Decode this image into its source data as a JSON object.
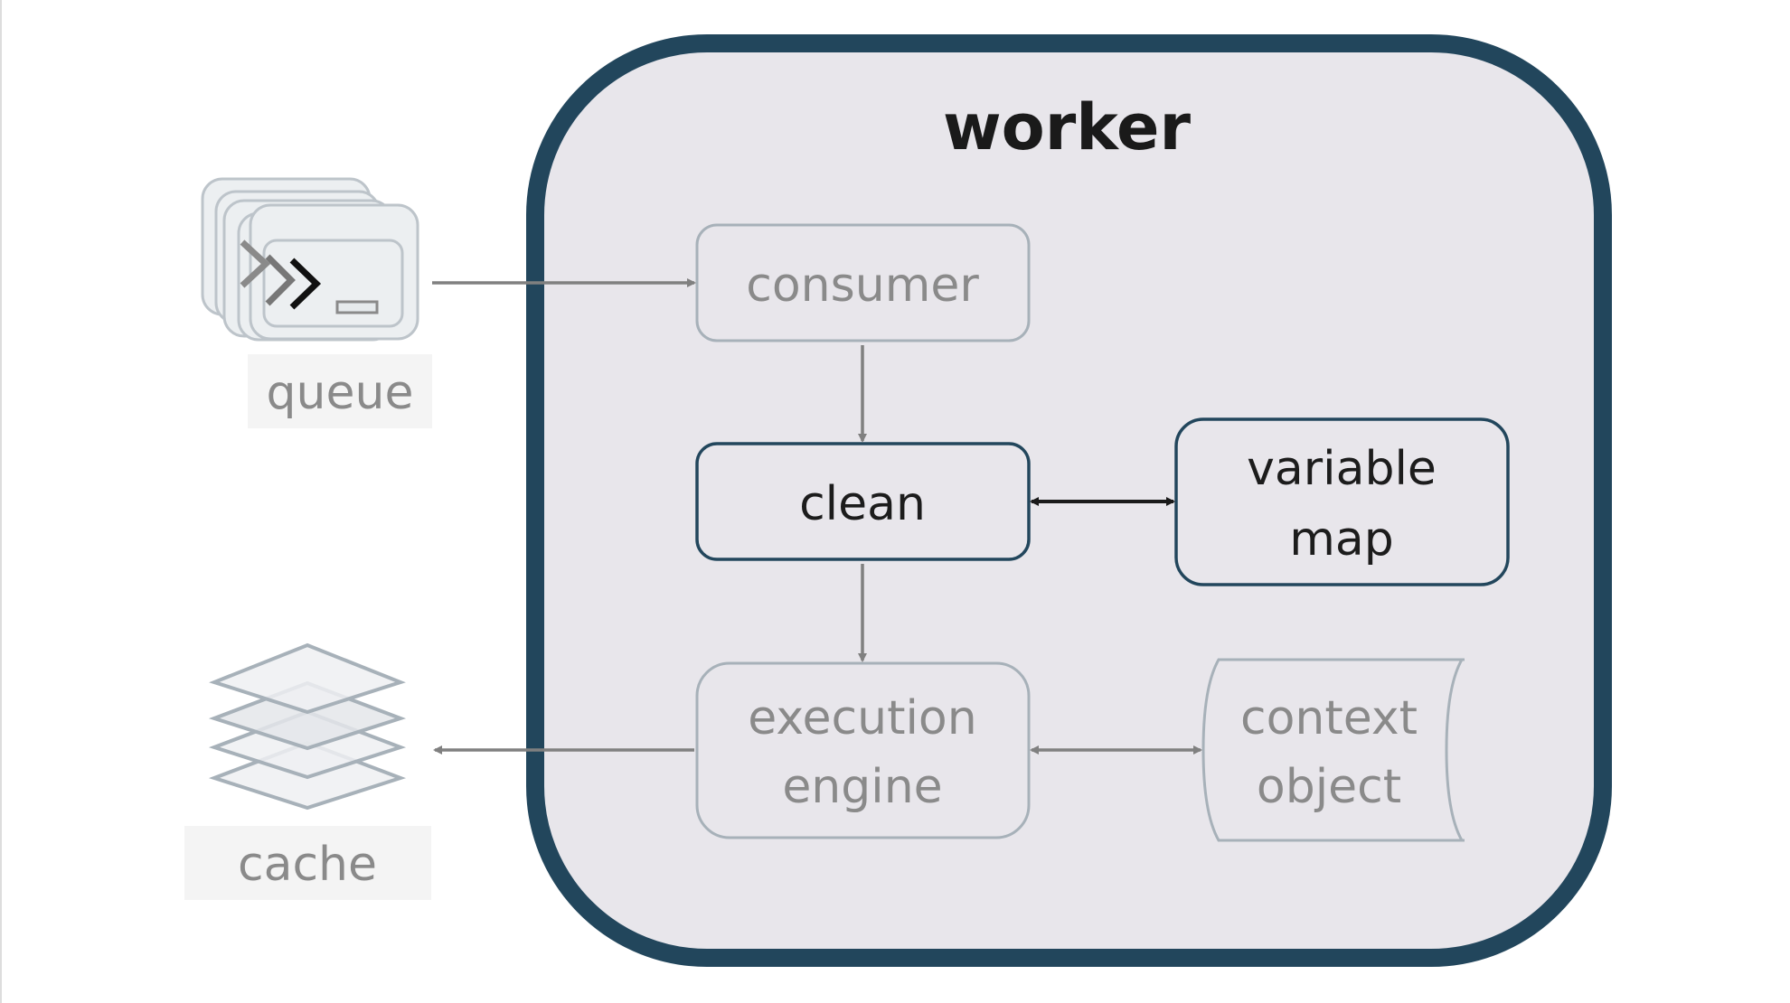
{
  "container": {
    "title": "worker"
  },
  "nodes": {
    "consumer": {
      "label": "consumer"
    },
    "clean": {
      "label": "clean"
    },
    "variable_map": {
      "line1": "variable",
      "line2": "map"
    },
    "execution_engine": {
      "line1": "execution",
      "line2": "engine"
    },
    "context_object": {
      "line1": "context",
      "line2": "object"
    }
  },
  "external": {
    "queue": {
      "label": "queue",
      "icon": "queue-icon"
    },
    "cache": {
      "label": "cache",
      "icon": "cache-layers-icon"
    }
  },
  "colors": {
    "container_border": "#22465c",
    "container_fill": "#e8e6eb",
    "active_border": "#22465c",
    "dim_border": "#a7b1b9",
    "dim_text": "#8a8a8a",
    "dark_text": "#1c1c1c",
    "dim_arrow": "#808080",
    "active_arrow": "#1a1a1a",
    "label_bg": "#f4f4f4"
  }
}
